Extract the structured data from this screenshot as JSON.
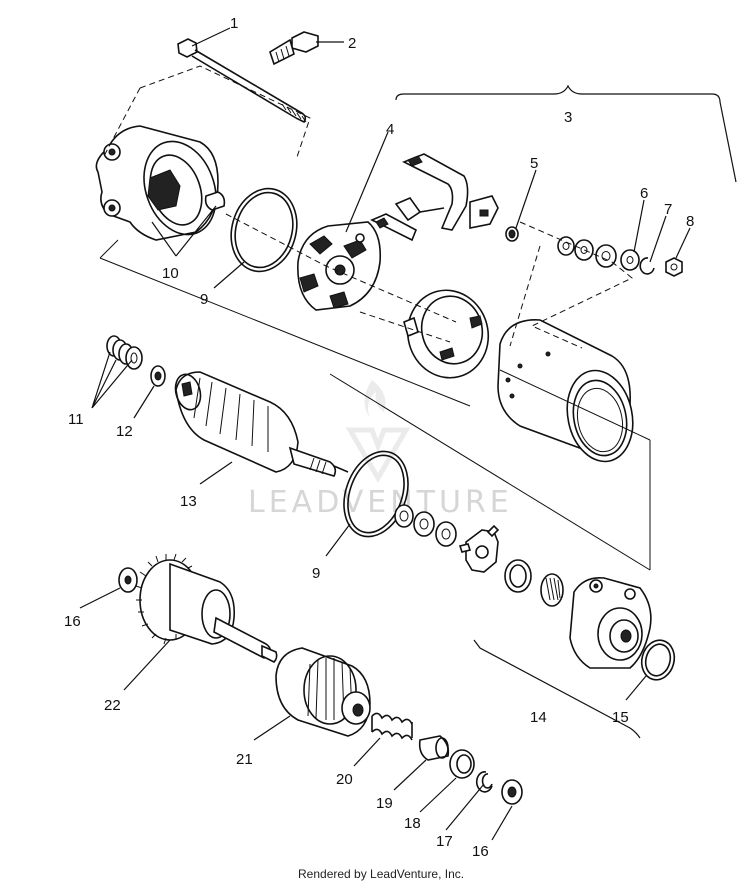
{
  "callouts": {
    "c1": "1",
    "c2": "2",
    "c3": "3",
    "c4": "4",
    "c5": "5",
    "c6": "6",
    "c7": "7",
    "c8": "8",
    "c9a": "9",
    "c9b": "9",
    "c10": "10",
    "c11": "11",
    "c12": "12",
    "c13": "13",
    "c14": "14",
    "c15": "15",
    "c16a": "16",
    "c16b": "16",
    "c17": "17",
    "c18": "18",
    "c19": "19",
    "c20": "20",
    "c21": "21",
    "c22": "22"
  },
  "watermark": {
    "text": "LEADVENTURE"
  },
  "footer": {
    "text": "Rendered by LeadVenture, Inc."
  }
}
